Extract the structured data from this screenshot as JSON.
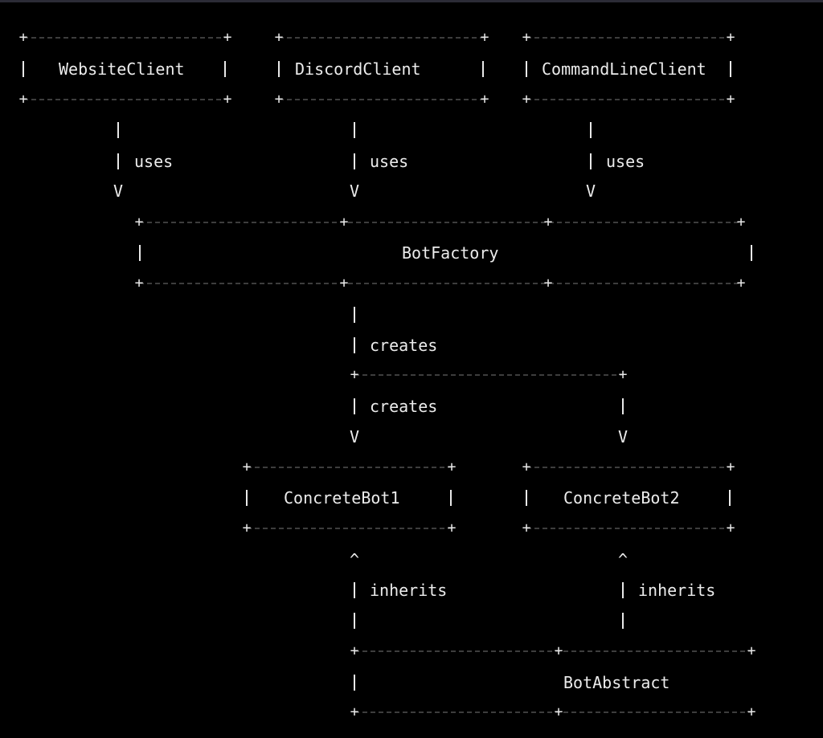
{
  "nodes": {
    "website_client": "WebsiteClient",
    "discord_client": "DiscordClient",
    "cmdline_client": "CommandLineClient",
    "bot_factory": "BotFactory",
    "concrete_bot1": "ConcreteBot1",
    "concrete_bot2": "ConcreteBot2",
    "bot_abstract": "BotAbstract"
  },
  "edges": {
    "uses": "uses",
    "creates": "creates",
    "inherits": "inherits"
  },
  "glyphs": {
    "down_arrow": "V",
    "up_arrow": "^",
    "corner": "+"
  }
}
